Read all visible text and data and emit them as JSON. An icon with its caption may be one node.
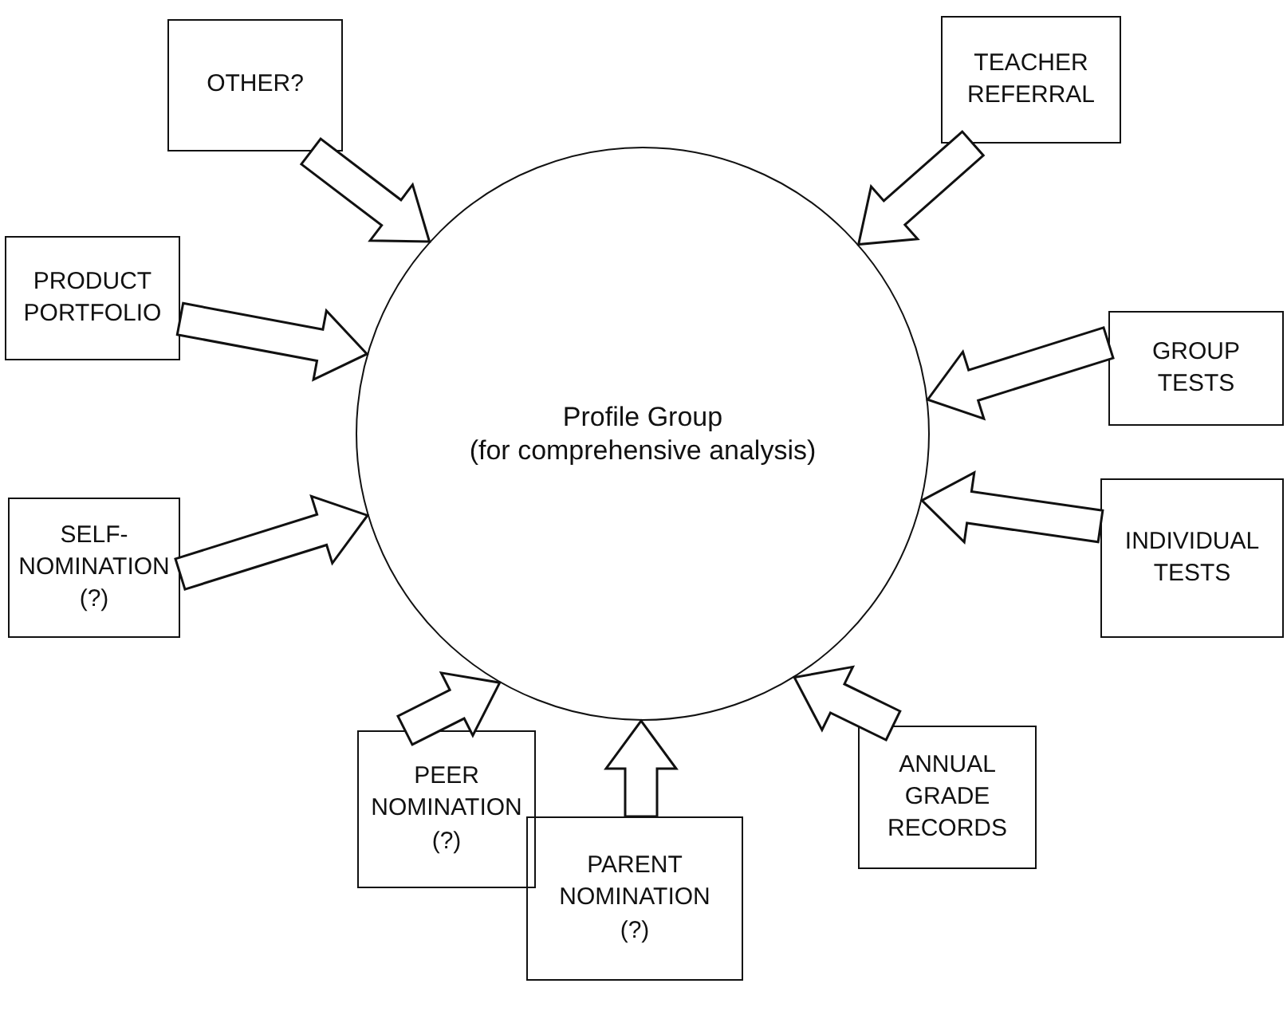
{
  "diagram": {
    "nodes": [
      {
        "text": [
          "Profile Group",
          "(for comprehensive analysis)"
        ]
      },
      {
        "text": [
          "OTHER?"
        ]
      },
      {
        "text": [
          "TEACHER REFERRAL"
        ]
      },
      {
        "text": [
          "PRODUCT PORTFOLIO"
        ]
      },
      {
        "text": [
          "GROUP TESTS"
        ]
      },
      {
        "text": [
          "SELF- NOMINATION",
          "(?)"
        ]
      },
      {
        "text": [
          "INDIVIDUAL TESTS"
        ]
      },
      {
        "text": [
          "PEER NOMINATION",
          "(?)"
        ]
      },
      {
        "text": [
          "PARENT NOMINATION",
          "(?)"
        ]
      },
      {
        "text": [
          "ANNUAL GRADE RECORDS"
        ]
      }
    ],
    "edges": [
      {
        "from": 1,
        "to": 0,
        "arrow": "to"
      },
      {
        "from": 2,
        "to": 0,
        "arrow": "to"
      },
      {
        "from": 3,
        "to": 0,
        "arrow": "to"
      },
      {
        "from": 4,
        "to": 0,
        "arrow": "to"
      },
      {
        "from": 5,
        "to": 0,
        "arrow": "to"
      },
      {
        "from": 6,
        "to": 0,
        "arrow": "to"
      },
      {
        "from": 7,
        "to": 0,
        "arrow": "to"
      },
      {
        "from": 8,
        "to": 0,
        "arrow": "to"
      },
      {
        "from": 9,
        "to": 0,
        "arrow": "to"
      }
    ]
  }
}
